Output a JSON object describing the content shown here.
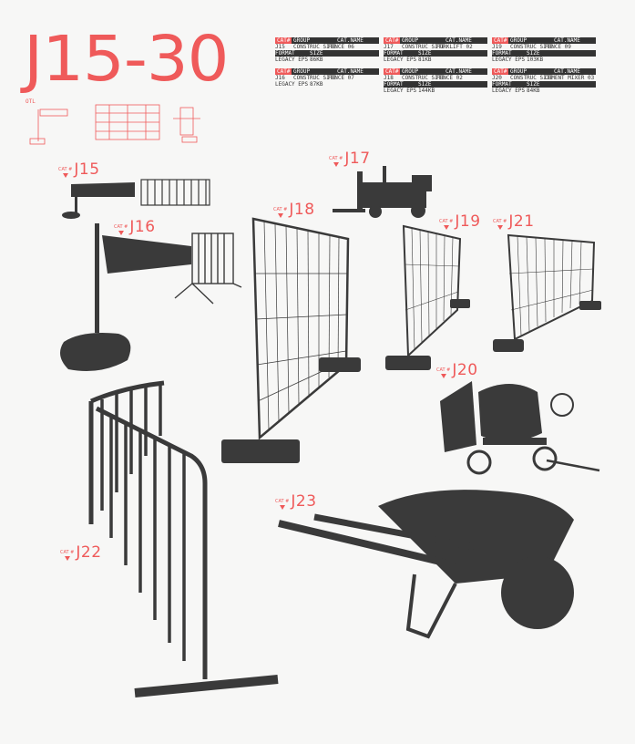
{
  "page": {
    "title": "J15-30",
    "legend_label": "OTL"
  },
  "cards": [
    {
      "cat": "CAT#",
      "group_label": "GROUP",
      "catname_label": "CAT.NAME",
      "id": "J15",
      "group": "CONSTRUC SITE",
      "name": "FENCE 06",
      "format_label": "FORMAT",
      "size_label": "SIZE",
      "format": "LEGACY EPS",
      "size": "86KB"
    },
    {
      "cat": "CAT#",
      "group_label": "GROUP",
      "catname_label": "CAT.NAME",
      "id": "J17",
      "group": "CONSTRUC SITE",
      "name": "FORKLIFT 02",
      "format_label": "FORMAT",
      "size_label": "SIZE",
      "format": "LEGACY EPS",
      "size": "81KB"
    },
    {
      "cat": "CAT#",
      "group_label": "GROUP",
      "catname_label": "CAT.NAME",
      "id": "J19",
      "group": "CONSTRUC SITE",
      "name": "FENCE 09",
      "format_label": "FORMAT",
      "size_label": "SIZE",
      "format": "LEGACY EPS",
      "size": "103KB"
    },
    {
      "cat": "CAT#",
      "group_label": "GROUP",
      "catname_label": "CAT.NAME",
      "id": "J16",
      "group": "CONSTRUC SITE",
      "name": "FENCE 07",
      "format_label": "FORMAT",
      "size_label": "SIZE",
      "format": "LEGACY EPS",
      "size": "87KB"
    },
    {
      "cat": "CAT#",
      "group_label": "GROUP",
      "catname_label": "CAT.NAME",
      "id": "J18",
      "group": "CONSTRUC SITE",
      "name": "FENCE 02",
      "format_label": "FORMAT",
      "size_label": "SIZE",
      "format": "LEGACY EPS",
      "size": "144KB"
    },
    {
      "cat": "CAT#",
      "group_label": "GROUP",
      "catname_label": "CAT.NAME",
      "id": "J20",
      "group": "CONSTRUC SITE",
      "name": "CEMENT MIXER 03",
      "format_label": "FORMAT",
      "size_label": "SIZE",
      "format": "LEGACY EPS",
      "size": "84KB"
    }
  ],
  "labels": {
    "cat_prefix": "CAT #",
    "j15": "J15",
    "j16": "J16",
    "j17": "J17",
    "j18": "J18",
    "j19": "J19",
    "j20": "J20",
    "j21": "J21",
    "j22": "J22",
    "j23": "J23"
  },
  "colors": {
    "accent": "#ef5a5a",
    "silhouette": "#3a3a3a",
    "background": "#f7f7f6"
  }
}
